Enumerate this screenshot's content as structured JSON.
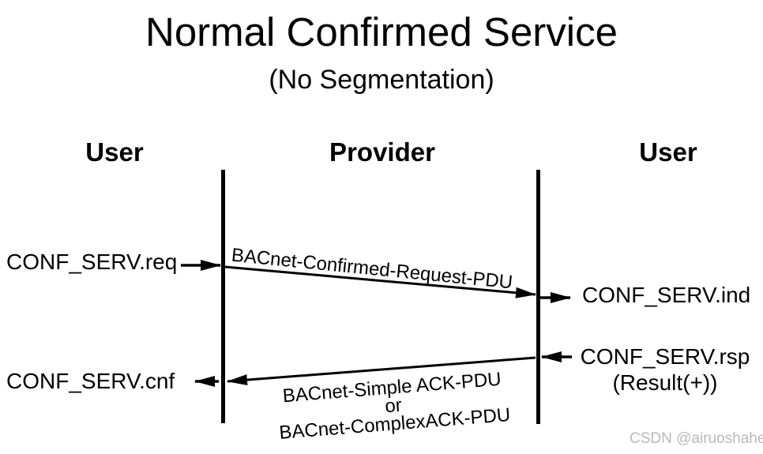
{
  "title": "Normal Confirmed Service",
  "subtitle": "(No Segmentation)",
  "columns": {
    "left": "User",
    "center": "Provider",
    "right": "User"
  },
  "messages": {
    "req": "CONF_SERV.req",
    "ind": "CONF_SERV.ind",
    "rsp": "CONF_SERV.rsp",
    "rsp_result": "(Result(+))",
    "cnf": "CONF_SERV.cnf"
  },
  "pdus": {
    "request": "BACnet-Confirmed-Request-PDU",
    "ack_line1": "BACnet-Simple ACK-PDU",
    "ack_line2": "or",
    "ack_line3": "BACnet-ComplexACK-PDU"
  },
  "watermark": "CSDN @airuoshahen",
  "colors": {
    "line": "#000000",
    "text": "#000000",
    "watermark": "#b9b9b9",
    "background": "#ffffff"
  }
}
